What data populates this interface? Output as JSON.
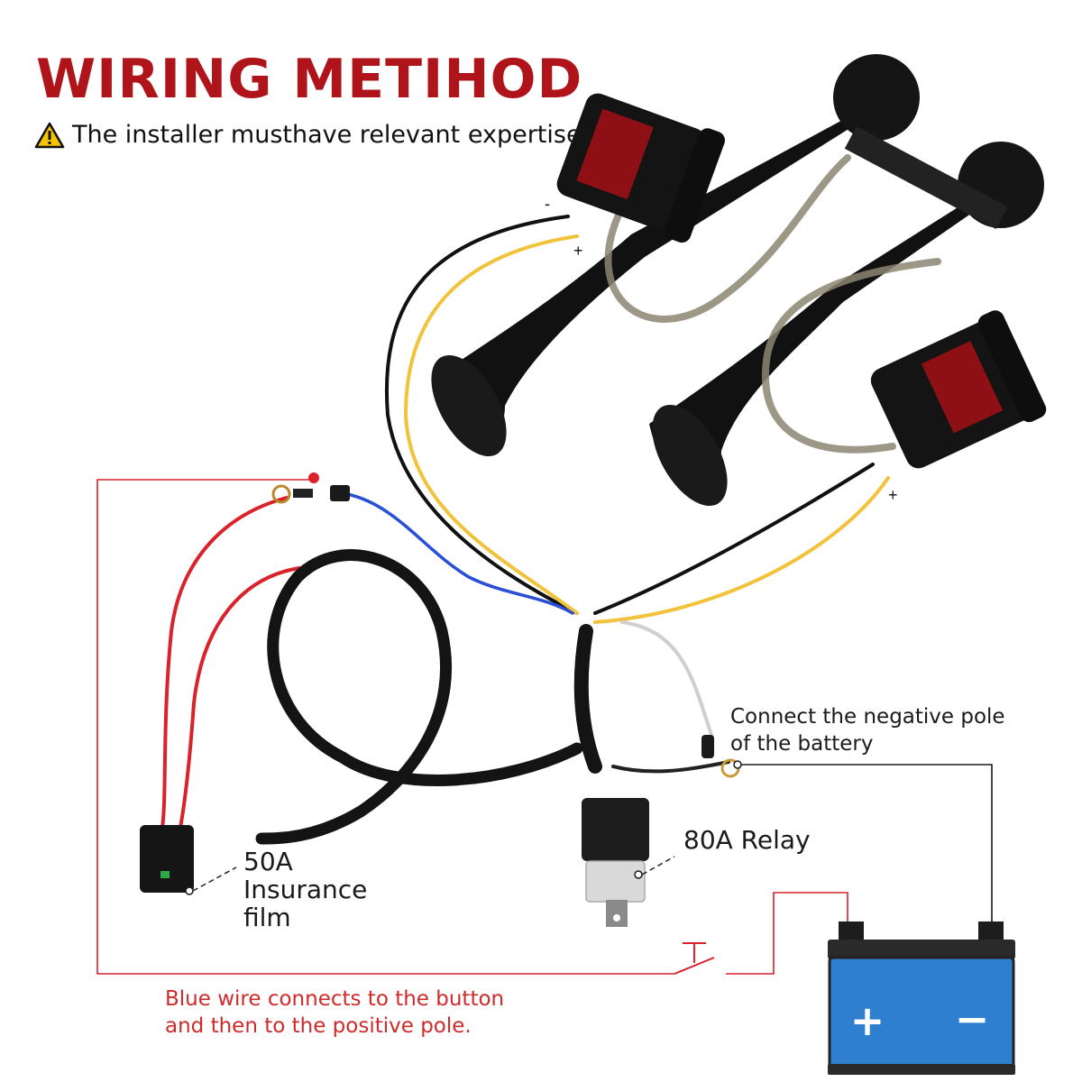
{
  "header": {
    "title": "WIRING METIHOD",
    "warning_text": "The installer musthave relevant expertise"
  },
  "labels": {
    "negative_pole_line1": "Connect the negative pole",
    "negative_pole_line2": "of the battery",
    "relay": "80A Relay",
    "fuse_line1": "50A",
    "fuse_line2": "Insurance",
    "fuse_line3": "film",
    "blue_wire_line1": "Blue wire connects to the button",
    "blue_wire_line2": "and then to the positive pole."
  },
  "terminals": {
    "compressor_top_negative": "-",
    "compressor_top_positive": "+",
    "compressor_bottom_negative": "-",
    "compressor_bottom_positive": "+",
    "battery_positive": "+",
    "battery_negative": "−"
  },
  "colors": {
    "title": "#b0141b",
    "note": "#d02a2a",
    "battery": "#2f7fd1",
    "wire_red": "#d9222a",
    "wire_yellow": "#f2c23a",
    "wire_blue": "#2a4fd6"
  }
}
